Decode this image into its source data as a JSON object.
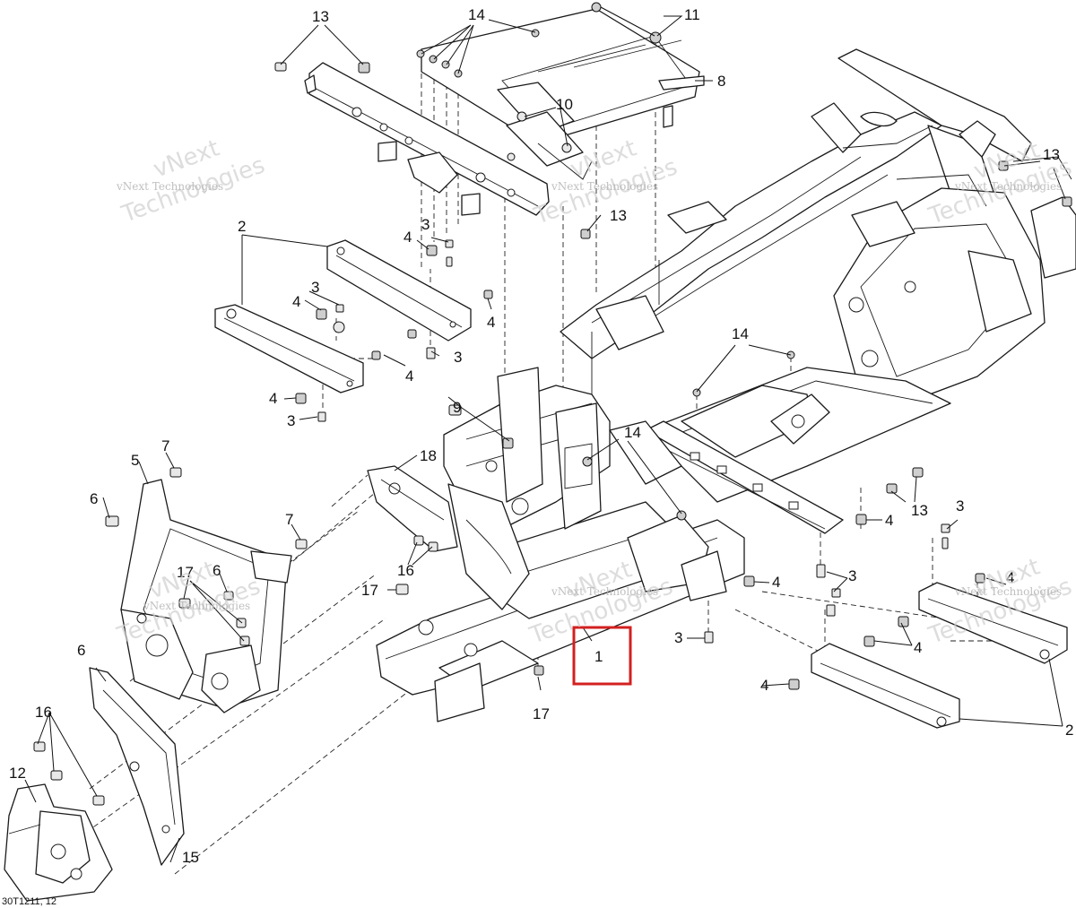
{
  "diagram": {
    "watermark_line1": "vNext Technologies",
    "watermark_line2": "vNext",
    "watermark_line3": "Technologies",
    "doc_reference": "30T1211, 12",
    "highlight_color": "#d32020",
    "callouts": {
      "c1": "1",
      "c2": "2",
      "c3": "3",
      "c4": "4",
      "c5": "5",
      "c6": "6",
      "c7": "7",
      "c8": "8",
      "c9": "9",
      "c10": "10",
      "c11": "11",
      "c12": "12",
      "c13": "13",
      "c14": "14",
      "c15": "15",
      "c16": "16",
      "c17": "17",
      "c18": "18"
    }
  }
}
